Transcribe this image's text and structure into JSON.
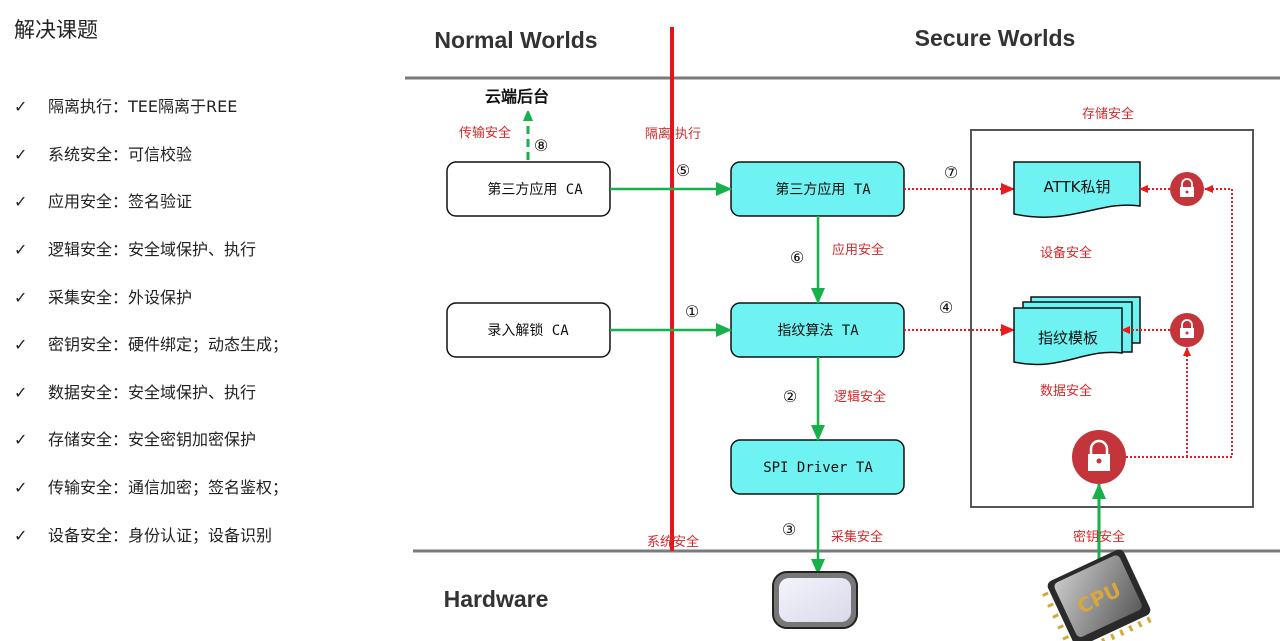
{
  "left": {
    "title": "解决课题",
    "check_glyph": "✓",
    "items": [
      "隔离执行：TEE隔离于REE",
      "系统安全：可信校验",
      "应用安全：签名验证",
      "逻辑安全：安全域保护、执行",
      "采集安全：外设保护",
      "密钥安全：硬件绑定；动态生成；",
      "数据安全：安全域保护、执行",
      "存储安全：安全密钥加密保护",
      "传输安全：通信加密；签名鉴权；",
      "设备安全：身份认证；设备识别"
    ]
  },
  "diagram": {
    "normal_worlds": "Normal Worlds",
    "secure_worlds": "Secure Worlds",
    "hardware": "Hardware",
    "cloud": "云端后台",
    "ca_third_party": "第三方应用 CA",
    "ca_enroll": "录入解锁 CA",
    "ta_third_party": "第三方应用 TA",
    "ta_fingerprint": "指纹算法 TA",
    "ta_spi": "SPI Driver TA",
    "attk_key": "ATTK私钥",
    "fp_template": "指纹模板",
    "cpu_label": "CPU",
    "labels": {
      "transport": "传输安全",
      "isolation": "隔离 执行",
      "app": "应用安全",
      "logic": "逻辑安全",
      "collect": "采集安全",
      "system": "系统安全",
      "storage": "存储安全",
      "device": "设备安全",
      "data": "数据安全",
      "key": "密钥安全"
    },
    "steps": {
      "s1": "①",
      "s2": "②",
      "s3": "③",
      "s4": "④",
      "s5": "⑤",
      "s6": "⑥",
      "s7": "⑦",
      "s8": "⑧"
    },
    "colors": {
      "isolation_line": "#e8141b",
      "green_arrow": "#17b04a",
      "red_dotted": "#e81c1c",
      "ta_fill": "#6ff2f2",
      "lock": "#c3353a"
    }
  }
}
